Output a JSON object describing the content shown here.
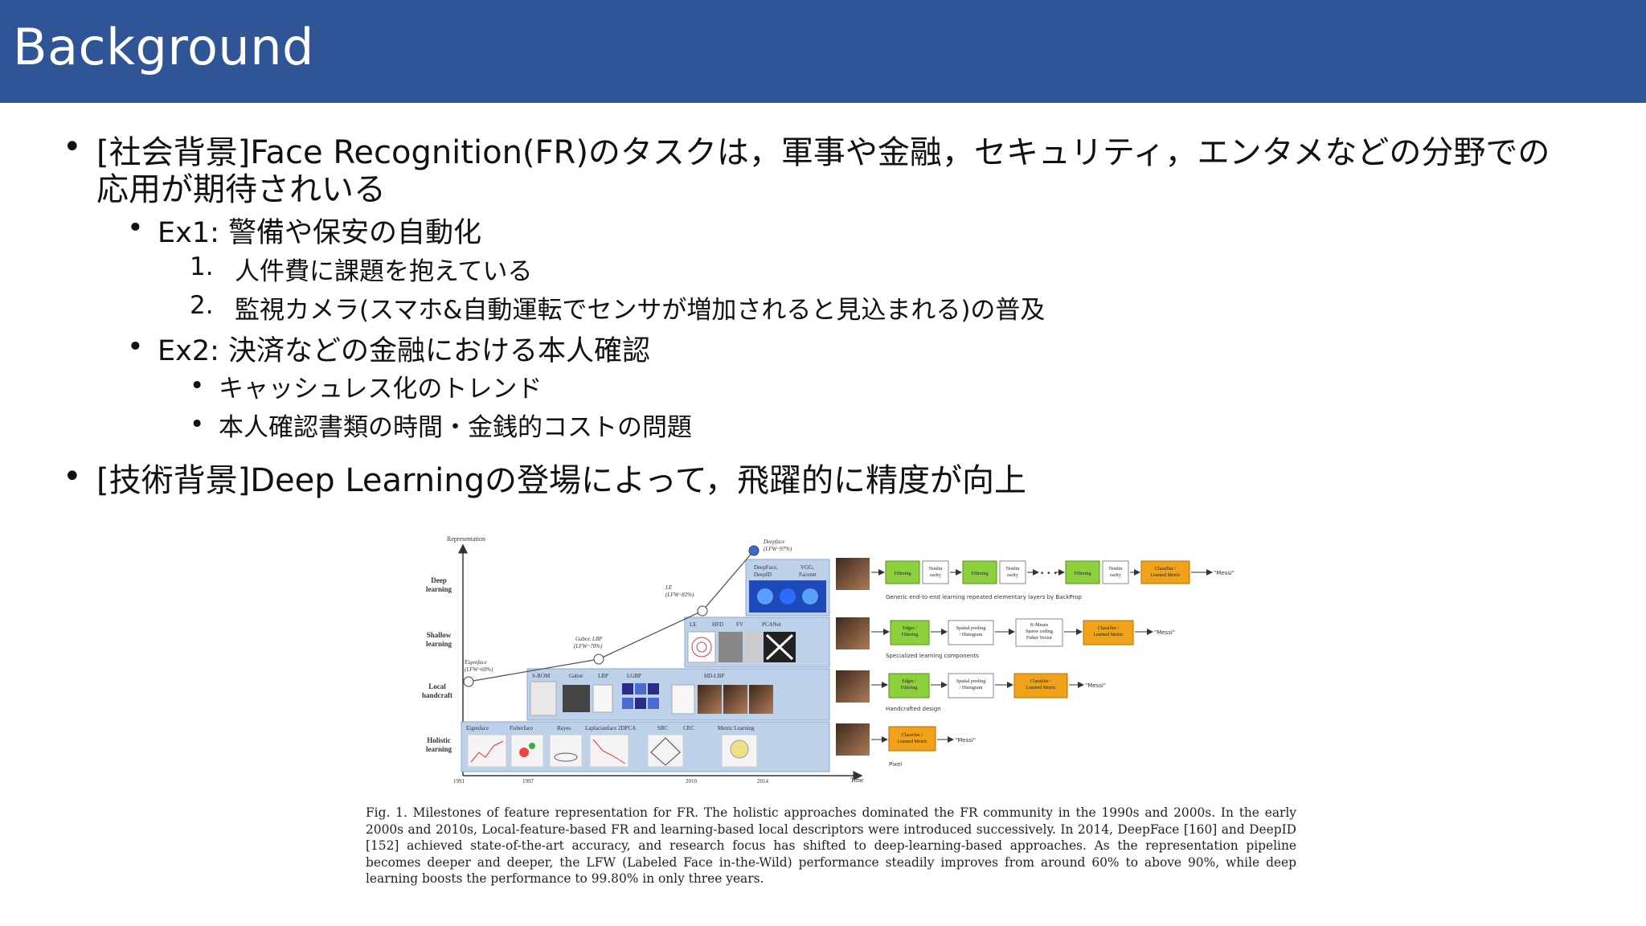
{
  "slide": {
    "title": "Background"
  },
  "bullets": {
    "b1_line1": "[社会背景]Face Recognition(FR)のタスクは，軍事や金融，セキュリティ，エンタメなどの分野での",
    "b1_line2": "応用が期待されいる",
    "ex1": "Ex1: 警備や保安の自動化",
    "ex1_n1": "1.",
    "ex1_item1": "人件費に課題を抱えている",
    "ex1_n2": "2.",
    "ex1_item2": "監視カメラ(スマホ&自動運転でセンサが増加されると見込まれる)の普及",
    "ex2": "Ex2: 決済などの金融における本人確認",
    "ex2_item1": "キャッシュレス化のトレンド",
    "ex2_item2": "本人確認書類の時間・金銭的コストの問題",
    "b2": "[技術背景]Deep Learningの登場によって，飛躍的に精度が向上"
  },
  "figure": {
    "axis_y": "Representation",
    "axis_x": "Time",
    "rows": [
      "Deep learning",
      "Shallow learning",
      "Local handcraft",
      "Holistic learning"
    ],
    "years": [
      "1991",
      "1997",
      "2010",
      "2014"
    ],
    "milestones": {
      "eigenface": "Eigenface (LFW~60%)",
      "gabor": "Gabor, LBP (LFW~70%)",
      "le": "LE (LFW~82%)",
      "deepface": "Deepface (LFW~97%)"
    },
    "deep_labels": [
      "DeepFace, DeepID",
      "VGG, Facenet"
    ],
    "shallow_labels": [
      "LE",
      "HFD",
      "FV",
      "PCANet"
    ],
    "local_labels": [
      "S-ROM",
      "Gabor",
      "LBP",
      "LGBP",
      "HD-LBP"
    ],
    "holistic_labels": [
      "Eigenface",
      "Fisherface",
      "Bayes",
      "Laplacianface 2DPCA",
      "SRC",
      "CRC",
      "Metric Learning"
    ],
    "pipelines": {
      "deep": {
        "boxes": [
          "Filtering",
          "Nonlin earity",
          "Filtering",
          "Nonlin earity",
          "Filtering",
          "Nonlin earity",
          "Classifier / Learned Metric"
        ],
        "ellipsis": "• • •",
        "output": "\"Messi\"",
        "caption": "Generic end-to-end learning repeated elementary layers by BackProp"
      },
      "shallow": {
        "boxes": [
          "Edges / Filtering",
          "Spatial pooling / Histogram",
          "K-Means Sparse coding Fisher Vector",
          "Classifier / Learned Metric"
        ],
        "output": "\"Messi\"",
        "caption": "Specialized learning components"
      },
      "local": {
        "boxes": [
          "Edges / Filtering",
          "Spatial pooling / Histogram",
          "Classifier / Learned Metric"
        ],
        "output": "\"Messi\"",
        "caption": "Handcrafted design"
      },
      "holistic": {
        "boxes": [
          "Classifier / Learned Metric"
        ],
        "output": "\"Messi\"",
        "caption": "Pixel"
      }
    },
    "caption": "Fig. 1.   Milestones of feature representation for FR. The holistic approaches dominated the FR community in the 1990s and 2000s. In the early 2000s and 2010s, Local-feature-based FR and learning-based local descriptors were introduced successively. In 2014, DeepFace [160] and DeepID [152] achieved state-of-the-art accuracy, and research focus has shifted to deep-learning-based approaches. As the representation pipeline becomes deeper and deeper, the LFW (Labeled Face in-the-Wild) performance steadily improves from around 60% to above 90%, while deep learning boosts the performance to 99.80% in only three years."
  },
  "colors": {
    "header": "#2f5597",
    "band": "#bdd1ea",
    "band_border": "#8aa8cf",
    "green": "#8cd13c",
    "orange": "#f0a21a"
  }
}
